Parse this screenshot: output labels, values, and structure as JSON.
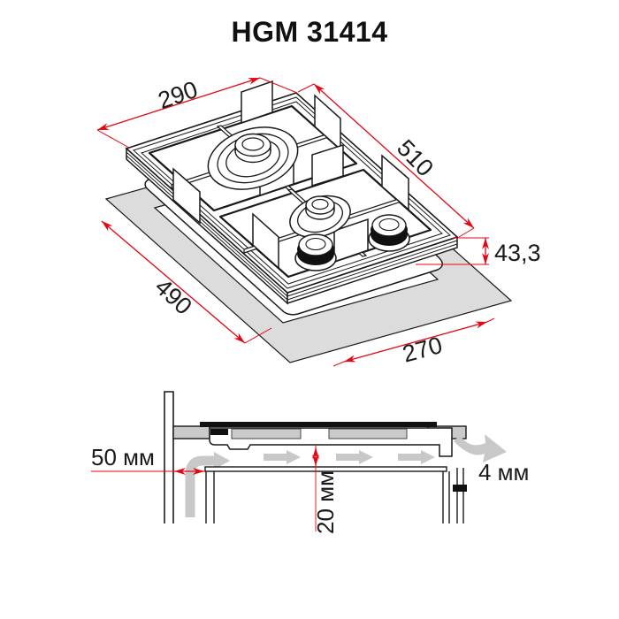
{
  "title": "HGM 31414",
  "top_view": {
    "width": "290",
    "length": "510",
    "height": "43,3",
    "cutout_length": "490",
    "cutout_width": "270"
  },
  "section_view": {
    "side_clearance": "50 мм",
    "bottom_clearance": "20 мм",
    "rear_clearance": "4 мм"
  },
  "colors": {
    "dimension_red": "#e30613",
    "surface_gray": "#dcdcdc",
    "worktop_gray": "#cacaca",
    "arrow_gray": "#c8c8c8",
    "line_black": "#1a1a1a"
  }
}
